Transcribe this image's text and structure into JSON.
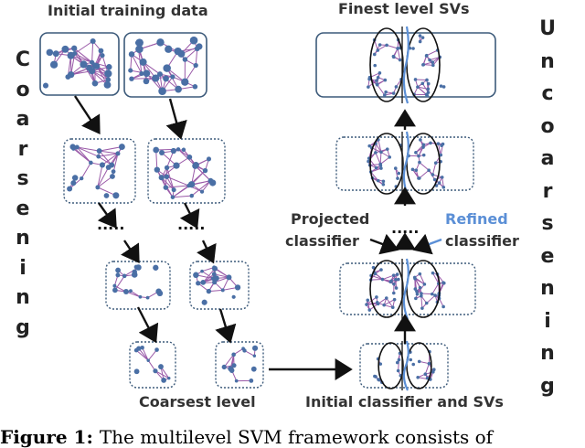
{
  "labels": {
    "initial_training_data": "Initial training data",
    "finest_level_svs": "Finest level SVs",
    "projected_classifier_1": "Projected",
    "projected_classifier_2": "classifier",
    "refined_classifier_1": "Refined",
    "refined_classifier_2": "classifier",
    "coarsest_level": "Coarsest level",
    "initial_classifier": "Initial classifier and SVs",
    "dots": "....."
  },
  "coarsening": [
    "C",
    "o",
    "a",
    "r",
    "s",
    "e",
    "n",
    "i",
    "n",
    "g"
  ],
  "uncoarsening": [
    "U",
    "n",
    "c",
    "o",
    "a",
    "r",
    "s",
    "e",
    "n",
    "i",
    "n",
    "g"
  ],
  "caption": {
    "prefix": "Figure 1:",
    "text": "The multilevel SVM framework consists of"
  },
  "colors": {
    "node": "#4a6fa5",
    "edge": "#9a5aa8",
    "box": "#3c5a7a",
    "classifier": "#5b8fd6"
  }
}
